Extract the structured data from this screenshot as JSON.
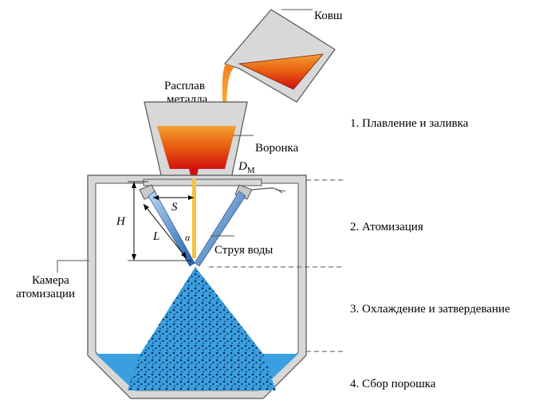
{
  "labels": {
    "ladle": "Ковш",
    "melt_line1": "Расплав",
    "melt_line2": "металла",
    "funnel": "Воронка",
    "water_jet": "Струя воды",
    "chamber_line1": "Камера",
    "chamber_line2": "атомизации"
  },
  "symbols": {
    "D": "D",
    "D_sub": "M",
    "S": "S",
    "H": "H",
    "L": "L",
    "alpha": "α"
  },
  "stages": [
    "1. Плавление и заливка",
    "2. Атомизация",
    "3. Охлаждение и затвердевание",
    "4. Сбор порошка"
  ],
  "colors": {
    "melt_top": "#f0a030",
    "melt_bottom": "#d01010",
    "water": "#3a9fe0",
    "powder": "#2f8fd8",
    "wall": "#d8d8d8",
    "wall_stroke": "#555555"
  }
}
